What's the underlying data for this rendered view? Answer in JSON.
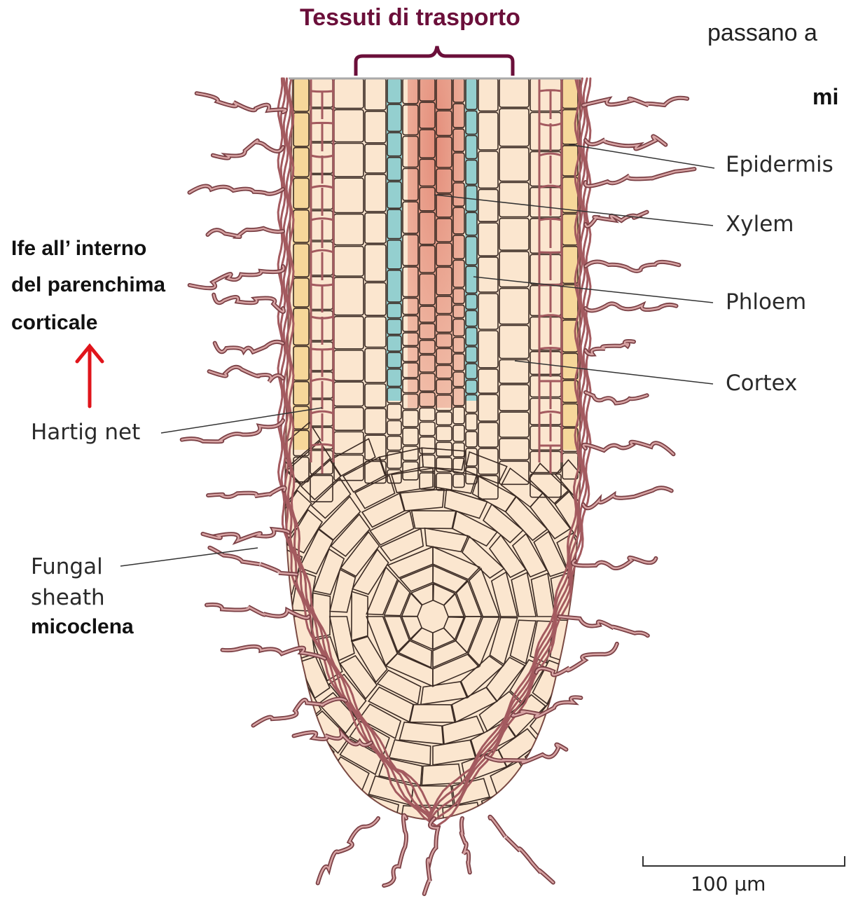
{
  "title": "Tessuti di trasporto",
  "top_right_text": "passano a",
  "top_right_bold": "mi",
  "labels": {
    "epidermis": "Epidermis",
    "xylem": "Xylem",
    "phloem": "Phloem",
    "cortex": "Cortex",
    "hartig": "Hartig net",
    "fungal_1": "Fungal",
    "fungal_2": "sheath",
    "micoclena": "micoclena",
    "ife_1": "Ife all’ interno",
    "ife_2": "del parenchima",
    "ife_3": "corticale"
  },
  "scale_bar": {
    "label": "100 µm"
  },
  "colors": {
    "title": "#6b0f3a",
    "tissue": "#fbe6cf",
    "epidermis": "#f6d79a",
    "xylem": "#e9a08c",
    "phloem": "#94cfcf",
    "hyphae": "#a35a5f",
    "hyphae_fill": "#c88a8c",
    "arrow": "#e0141b"
  }
}
